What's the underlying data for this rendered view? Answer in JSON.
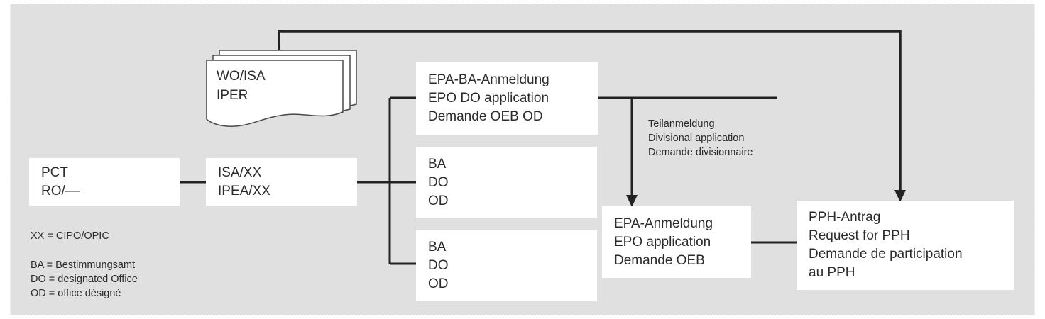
{
  "diagram": {
    "title_hint": "PCT route to EPO with PPH request",
    "colors": {
      "background": "#e0e0e0",
      "node_fill": "#ffffff",
      "line": "#222222",
      "text": "#2b2b2b"
    },
    "document_stack": {
      "lines": [
        "WO/ISA",
        "IPER"
      ]
    },
    "nodes": {
      "pct": {
        "lines": [
          "PCT",
          "RO/––"
        ]
      },
      "isa": {
        "lines": [
          "ISA/XX",
          "IPEA/XX"
        ]
      },
      "epa_ba": {
        "lines": [
          "EPA-BA-Anmeldung",
          "EPO DO application",
          "Demande OEB OD"
        ]
      },
      "ba_do_od_1": {
        "lines": [
          "BA",
          "DO",
          "OD"
        ]
      },
      "ba_do_od_2": {
        "lines": [
          "BA",
          "DO",
          "OD"
        ]
      },
      "epa": {
        "lines": [
          "EPA-Anmeldung",
          "EPO application",
          "Demande OEB"
        ]
      },
      "pph": {
        "lines": [
          "PPH-Antrag",
          "Request for PPH",
          "Demande de participation",
          "au PPH"
        ]
      }
    },
    "annotations": {
      "divisional": {
        "lines": [
          "Teilanmeldung",
          "Divisional application",
          "Demande divisionnaire"
        ]
      }
    },
    "legend": {
      "lines": [
        "XX = CIPO/OPIC",
        "BA = Bestimmungsamt",
        "DO = designated Office",
        "OD = office désigné"
      ]
    }
  }
}
